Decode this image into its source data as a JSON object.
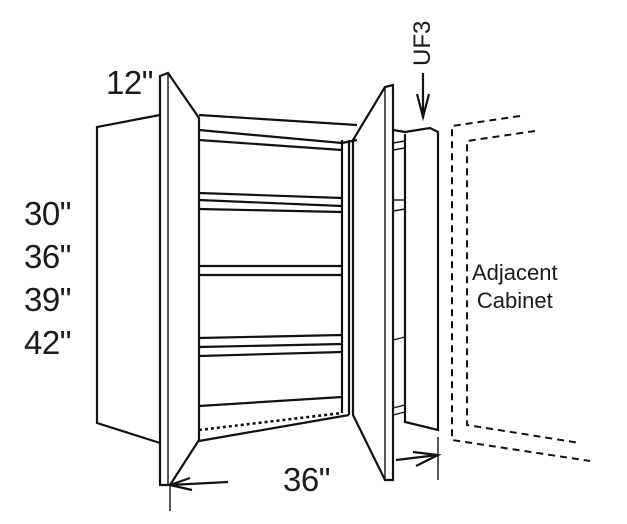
{
  "diagram": {
    "subject": "Wall cabinet with two doors, shelves, UF3 filler and adjacent cabinet",
    "labels": {
      "depth": "12\"",
      "heights": [
        "30\"",
        "36\"",
        "39\"",
        "42\""
      ],
      "width": "36\"",
      "filler": "UF3",
      "adjacent_line1": "Adjacent",
      "adjacent_line2": "Cabinet"
    },
    "colors": {
      "line": "#111111",
      "text": "#1a1a1a",
      "background": "#ffffff"
    }
  }
}
